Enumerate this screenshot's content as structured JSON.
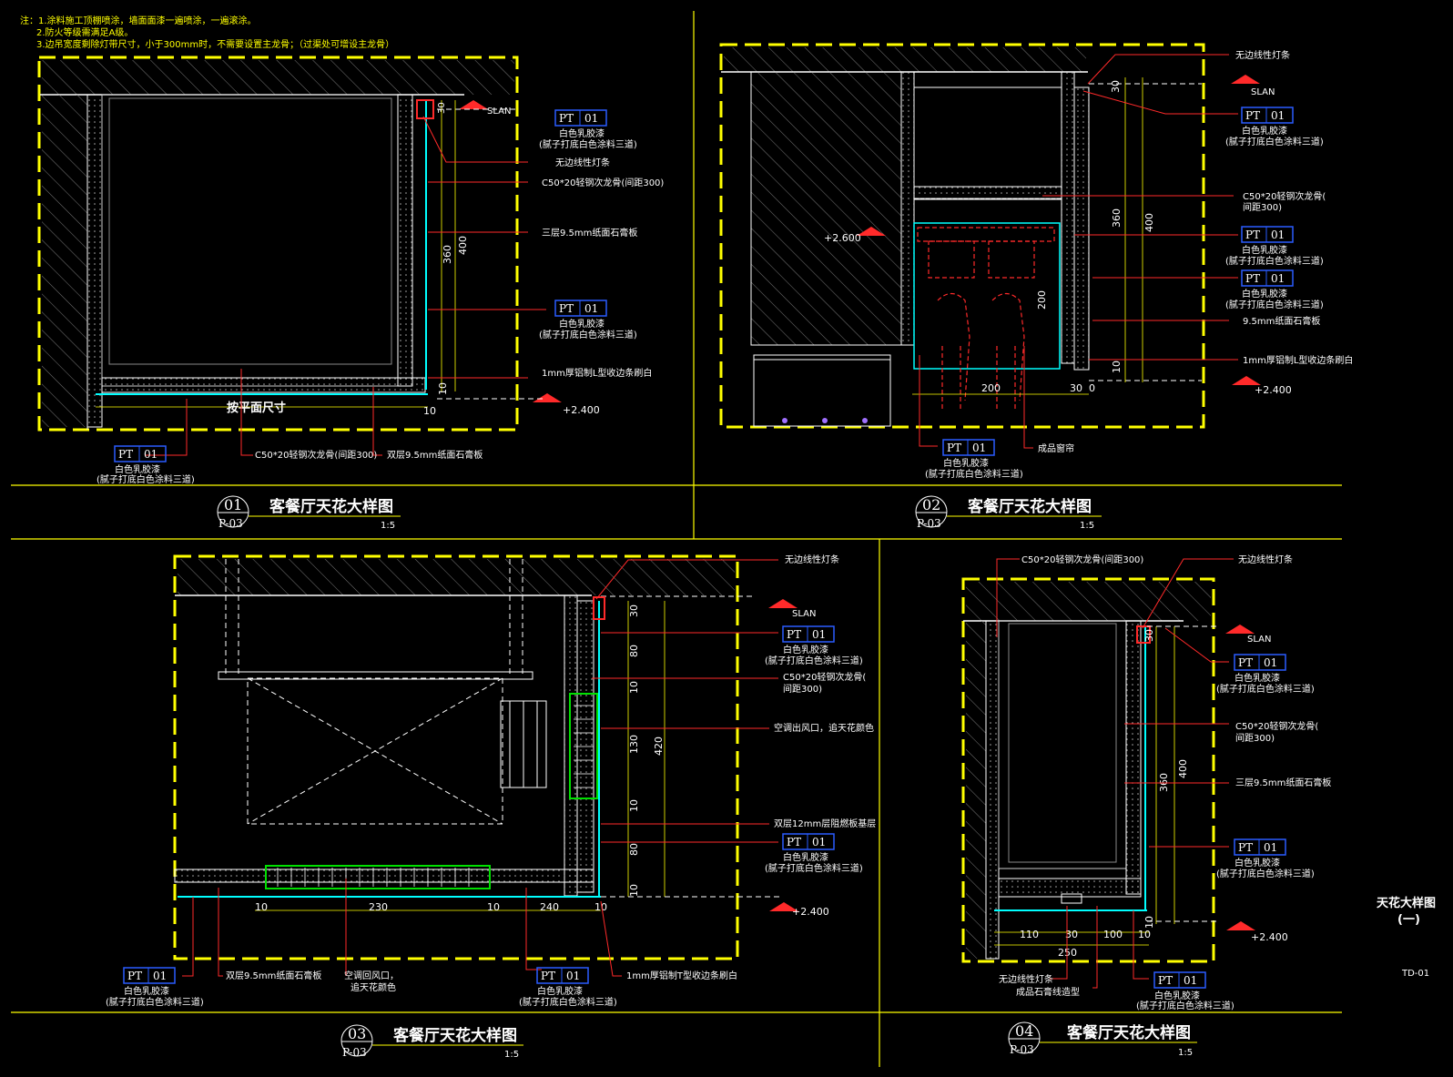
{
  "notes": {
    "line1": "注：1.涂料施工顶棚喷涂，墙面面漆一遍喷涂，一遍滚涂。",
    "line2": "2.防火等级需满足A级。",
    "line3": "3.边吊宽度剩除灯带尺寸，小于300mm时，不需要设置主龙骨；（过渠处可增设主龙骨）"
  },
  "pt": {
    "code": "PT",
    "num": "01",
    "name": "白色乳胶漆",
    "spec": "(腻子打底白色涂料三道)"
  },
  "common": {
    "slan": "SLAN",
    "level240": "+2.400",
    "level260": "+2.600",
    "led": "无边线性灯条",
    "keel": "C50*20轻钢次龙骨(间距300)",
    "keel_a": "C50*20轻钢次龙骨(",
    "keel_b": "间距300)",
    "board3": "三层9.5mm纸面石膏板",
    "board1": "9.5mm纸面石膏板",
    "board2": "双层9.5mm纸面石膏板",
    "alu": "1mm厚铝制L型收边条刷白",
    "alu_t": "1mm厚铝制T型收边条刷白",
    "curtain": "成品窗帘",
    "supply": "空调出风口，追天花颜色",
    "ret_a": "空调回风口，",
    "ret_b": "追天花颜色",
    "ply": "双层12mm层阻燃板基层",
    "pad": "成品石膏线造型",
    "flat": "按平面尺寸"
  },
  "dims": {
    "d01": [
      "30",
      "360",
      "400",
      "10",
      "10"
    ],
    "d02": [
      "30",
      "360",
      "400",
      "200",
      "200",
      "30",
      "0",
      "10"
    ],
    "d03": [
      "30",
      "80",
      "10",
      "130",
      "10",
      "80",
      "10",
      "420",
      "10",
      "230",
      "10",
      "240",
      "10"
    ],
    "d04": [
      "30",
      "360",
      "400",
      "10",
      "110",
      "30",
      "100",
      "10",
      "250"
    ]
  },
  "details": [
    {
      "num": "01",
      "sheet": "P-03",
      "title": "客餐厅天花大样图",
      "scale": "1:5"
    },
    {
      "num": "02",
      "sheet": "P-03",
      "title": "客餐厅天花大样图",
      "scale": "1:5"
    },
    {
      "num": "03",
      "sheet": "P-03",
      "title": "客餐厅天花大样图",
      "scale": "1:5"
    },
    {
      "num": "04",
      "sheet": "P-03",
      "title": "客餐厅天花大样图",
      "scale": "1:5"
    }
  ],
  "drawing": {
    "title_a": "天花大样图",
    "title_b": "(一)",
    "code": "TD-01"
  },
  "colors": {
    "bg": "#000000",
    "frame": "#ffff00",
    "leader": "#ff2a2a",
    "ptbox": "#2a5cff",
    "cyan": "#00ffff",
    "green": "#00e000"
  }
}
